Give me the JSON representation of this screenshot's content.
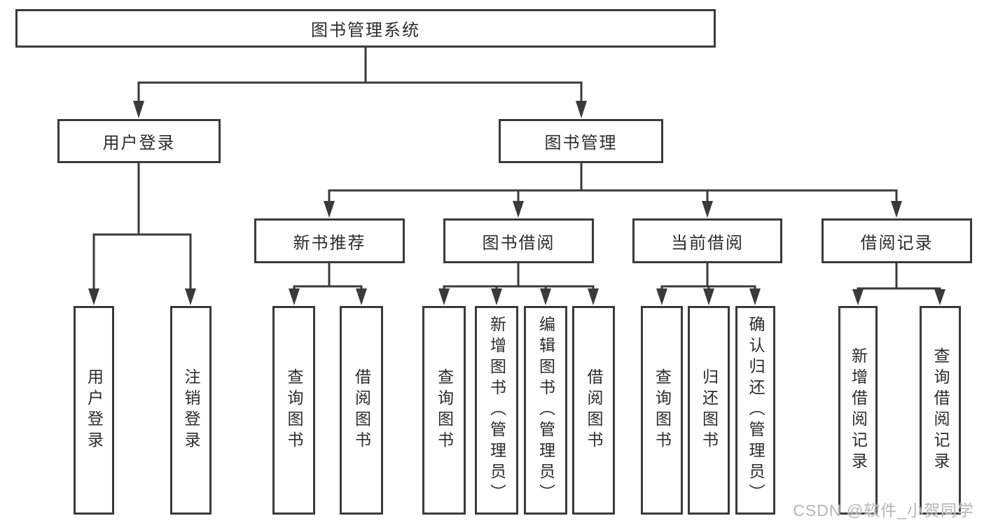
{
  "tree": {
    "root": {
      "label": "图书管理系统"
    },
    "children": [
      {
        "label": "用户登录",
        "children": [
          {
            "label": "用户登录"
          },
          {
            "label": "注销登录"
          }
        ]
      },
      {
        "label": "图书管理",
        "children": [
          {
            "label": "新书推荐",
            "children": [
              {
                "label": "查询图书"
              },
              {
                "label": "借阅图书"
              }
            ]
          },
          {
            "label": "图书借阅",
            "children": [
              {
                "label": "查询图书"
              },
              {
                "label": "新增图书（管理员）"
              },
              {
                "label": "编辑图书（管理员）"
              },
              {
                "label": "借阅图书"
              }
            ]
          },
          {
            "label": "当前借阅",
            "children": [
              {
                "label": "查询图书"
              },
              {
                "label": "归还图书"
              },
              {
                "label": "确认归还（管理员）"
              }
            ]
          },
          {
            "label": "借阅记录",
            "children": [
              {
                "label": "新增借阅记录"
              },
              {
                "label": "查询借阅记录"
              }
            ]
          }
        ]
      }
    ]
  },
  "watermark": {
    "text": "CSDN @软件_小贺同学"
  },
  "colors": {
    "line": "#3a3a3a",
    "text": "#2b2b2b",
    "background": "#ffffff",
    "watermark": "#b5b5b5"
  }
}
